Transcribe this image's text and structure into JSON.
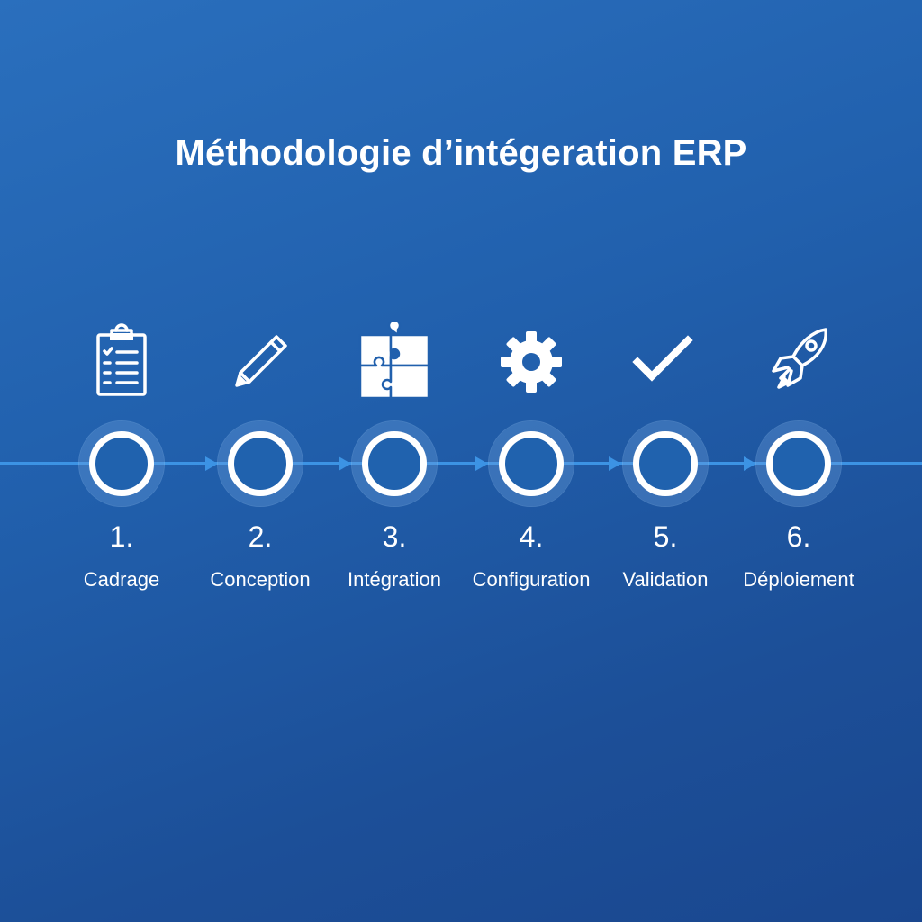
{
  "title": "Méthodologie d’intégeration ERP",
  "colors": {
    "background": "#2160ad",
    "timeline": "#3c93e4",
    "foreground": "#ffffff"
  },
  "steps": [
    {
      "number": "1.",
      "label": "Cadrage",
      "icon": "clipboard-checklist-icon"
    },
    {
      "number": "2.",
      "label": "Conception",
      "icon": "pencil-icon"
    },
    {
      "number": "3.",
      "label": "Intégration",
      "icon": "puzzle-icon"
    },
    {
      "number": "4.",
      "label": "Configuration",
      "icon": "gear-icon"
    },
    {
      "number": "5.",
      "label": "Validation",
      "icon": "checkmark-icon"
    },
    {
      "number": "6.",
      "label": "Déploiement",
      "icon": "rocket-icon"
    }
  ]
}
